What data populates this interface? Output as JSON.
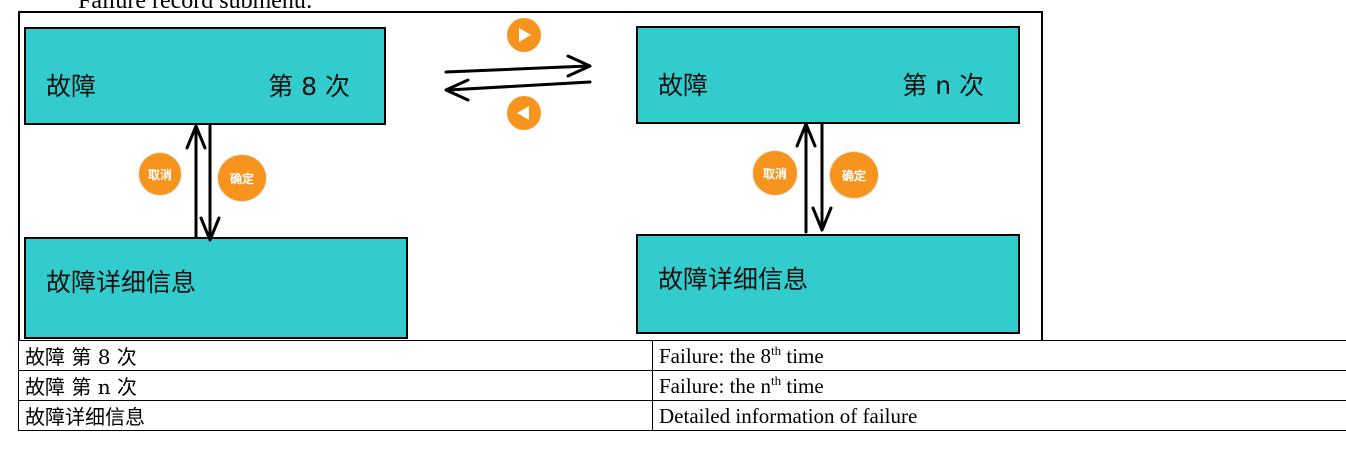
{
  "caption": "Failure record submenu:",
  "diagram": {
    "left": {
      "main_box": {
        "label": "故障",
        "count": "第 8 次"
      },
      "detail_box": {
        "label": "故障详细信息"
      },
      "cancel_button": "取消",
      "confirm_button": "确定"
    },
    "right": {
      "main_box": {
        "label": "故障",
        "count": "第 n 次"
      },
      "detail_box": {
        "label": "故障详细信息"
      },
      "cancel_button": "取消",
      "confirm_button": "确定"
    },
    "nav_next_icon": "play-right-icon",
    "nav_prev_icon": "play-left-icon",
    "colors": {
      "box_fill": "#33CCCC",
      "button_fill": "#F7941D"
    }
  },
  "legend": [
    {
      "zh": "故障 第 8 次",
      "en_pre": "Failure: the 8",
      "en_sup": "th",
      "en_post": " time"
    },
    {
      "zh": "故障 第 n 次",
      "en_pre": "Failure: the n",
      "en_sup": "th",
      "en_post": " time"
    },
    {
      "zh": "故障详细信息",
      "en_pre": "Detailed information of failure",
      "en_sup": "",
      "en_post": ""
    }
  ]
}
